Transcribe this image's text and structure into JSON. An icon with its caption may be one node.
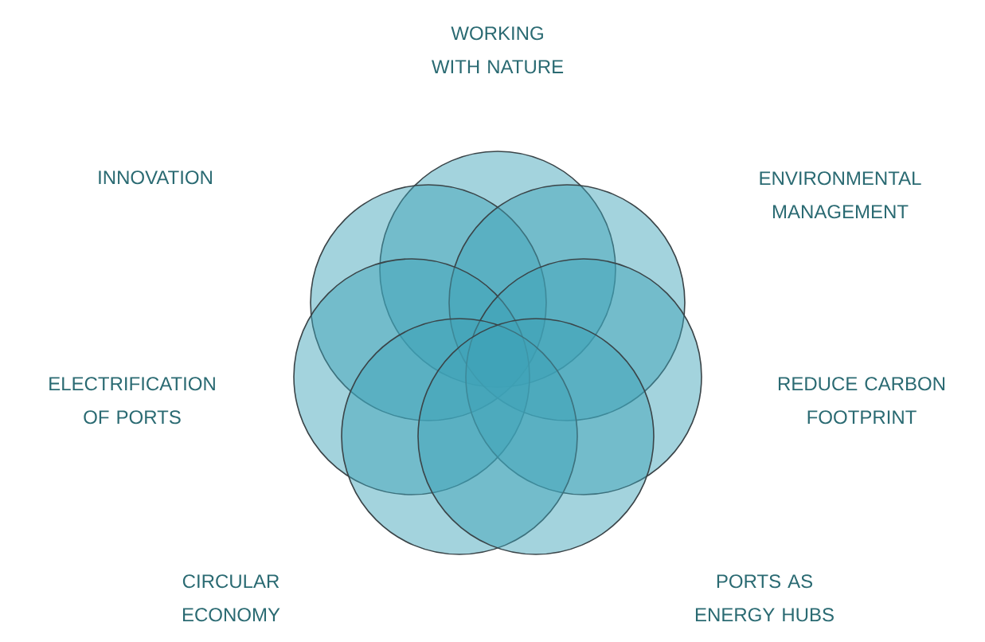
{
  "diagram": {
    "nodes": [
      {
        "text": [],
        "shape": "circle"
      },
      {
        "text": [],
        "shape": "circle"
      },
      {
        "text": [],
        "shape": "circle"
      },
      {
        "text": [],
        "shape": "circle"
      },
      {
        "text": [],
        "shape": "circle"
      },
      {
        "text": [],
        "shape": "circle"
      },
      {
        "text": [],
        "shape": "circle"
      }
    ],
    "labels": [
      "WORKING WITH NATURE",
      "INNOVATION",
      "ENVIRONMENTAL MANAGEMENT",
      "ELECTRIFICATION OF PORTS",
      "REDUCE CARBON FOOTPRINT",
      "CIRCULAR ECONOMY",
      "PORTS AS ENERGY HUBS"
    ]
  }
}
